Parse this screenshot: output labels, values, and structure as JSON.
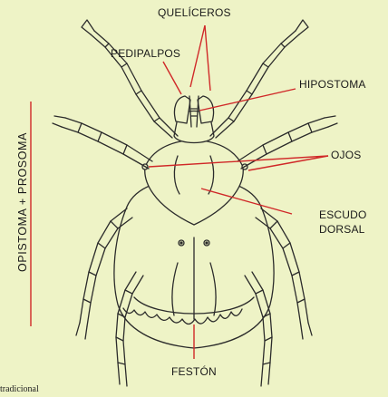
{
  "labels": {
    "queliceros": "QUELÍCEROS",
    "pedipalpos": "PEDIPALPOS",
    "hipostoma": "HIPOSTOMA",
    "ojos": "OJOS",
    "escudo_dorsal_line1": "ESCUDO",
    "escudo_dorsal_line2": "DORSAL",
    "feston": "FESTÓN",
    "side_axis": "OPISTOMA  +  PROSOMA"
  },
  "corner_text": "tradicional",
  "colors": {
    "background": "#eef3c6",
    "leader_line": "#d02828",
    "drawing_stroke": "#2b2b2b",
    "text": "#1a1a1a"
  }
}
